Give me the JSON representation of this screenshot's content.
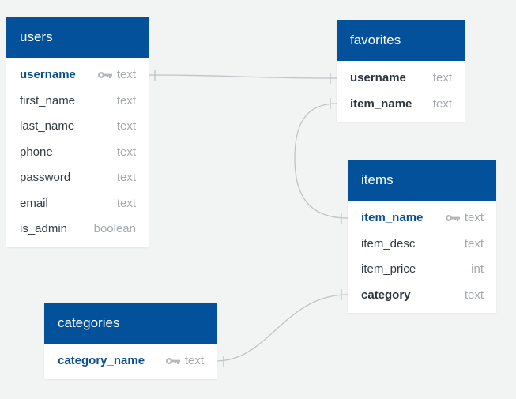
{
  "tables": {
    "users": {
      "title": "users",
      "fields": [
        {
          "name": "username",
          "type": "text",
          "primary_key": true
        },
        {
          "name": "first_name",
          "type": "text"
        },
        {
          "name": "last_name",
          "type": "text"
        },
        {
          "name": "phone",
          "type": "text"
        },
        {
          "name": "password",
          "type": "text"
        },
        {
          "name": "email",
          "type": "text"
        },
        {
          "name": "is_admin",
          "type": "boolean"
        }
      ]
    },
    "favorites": {
      "title": "favorites",
      "fields": [
        {
          "name": "username",
          "type": "text",
          "foreign_key": true
        },
        {
          "name": "item_name",
          "type": "text",
          "foreign_key": true
        }
      ]
    },
    "items": {
      "title": "items",
      "fields": [
        {
          "name": "item_name",
          "type": "text",
          "primary_key": true
        },
        {
          "name": "item_desc",
          "type": "text"
        },
        {
          "name": "item_price",
          "type": "int"
        },
        {
          "name": "category",
          "type": "text",
          "foreign_key": true
        }
      ]
    },
    "categories": {
      "title": "categories",
      "fields": [
        {
          "name": "category_name",
          "type": "text",
          "primary_key": true
        }
      ]
    }
  },
  "relationships": [
    {
      "from": "users.username",
      "to": "favorites.username"
    },
    {
      "from": "items.item_name",
      "to": "favorites.item_name"
    },
    {
      "from": "categories.category_name",
      "to": "items.category"
    }
  ],
  "colors": {
    "header": "#03509b",
    "primary_key_text": "#0b4f8c",
    "type_text": "#a4a9ae",
    "background": "#f2f3f3",
    "connector": "#bfc3c7",
    "key_icon": "#b4b8bc"
  },
  "icons": {
    "primary_key": "key-icon"
  }
}
